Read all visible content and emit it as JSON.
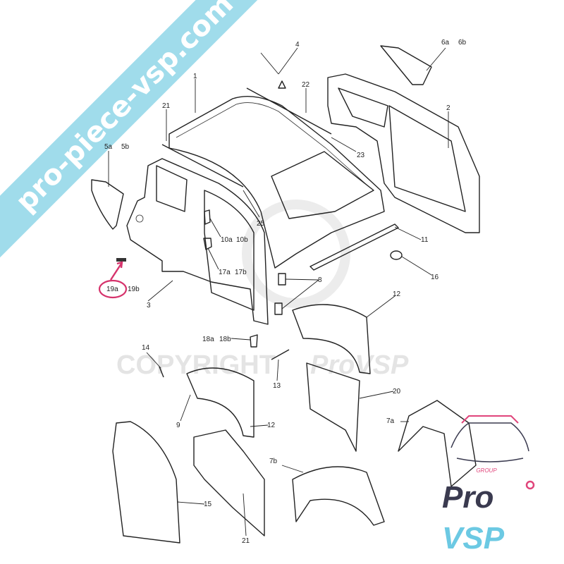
{
  "watermark": {
    "banner_url": "pro-piece-vsp.com",
    "copyright": "COPYRIGHT",
    "copyright_brand": "ProVSP"
  },
  "logo": {
    "group": "GROUP",
    "pro": "Pro",
    "vsp": "VSP"
  },
  "colors": {
    "banner": "#8fd6e8",
    "highlight": "#d6336c",
    "logo_dark": "#3a3a4f",
    "logo_blue": "#6cc9e3",
    "logo_pink": "#e0457b"
  },
  "callouts": [
    {
      "id": "4",
      "text": "4"
    },
    {
      "id": "6a",
      "text": "6a"
    },
    {
      "id": "6b",
      "text": "6b"
    },
    {
      "id": "22",
      "text": "22"
    },
    {
      "id": "1",
      "text": "1"
    },
    {
      "id": "21top",
      "text": "21"
    },
    {
      "id": "2",
      "text": "2"
    },
    {
      "id": "23",
      "text": "23"
    },
    {
      "id": "5a",
      "text": "5a"
    },
    {
      "id": "5b",
      "text": "5b"
    },
    {
      "id": "25",
      "text": "25"
    },
    {
      "id": "11",
      "text": "11"
    },
    {
      "id": "10a",
      "text": "10a"
    },
    {
      "id": "10b",
      "text": "10b"
    },
    {
      "id": "17a",
      "text": "17a"
    },
    {
      "id": "17b",
      "text": "17b"
    },
    {
      "id": "16",
      "text": "16"
    },
    {
      "id": "8",
      "text": "8"
    },
    {
      "id": "19a",
      "text": "19a"
    },
    {
      "id": "19b",
      "text": "19b"
    },
    {
      "id": "3",
      "text": "3"
    },
    {
      "id": "12a",
      "text": "12"
    },
    {
      "id": "18a",
      "text": "18a"
    },
    {
      "id": "18b",
      "text": "18b"
    },
    {
      "id": "14",
      "text": "14"
    },
    {
      "id": "13",
      "text": "13"
    },
    {
      "id": "20",
      "text": "20"
    },
    {
      "id": "7a",
      "text": "7a"
    },
    {
      "id": "9",
      "text": "9"
    },
    {
      "id": "12b",
      "text": "12"
    },
    {
      "id": "7b",
      "text": "7b"
    },
    {
      "id": "15",
      "text": "15"
    },
    {
      "id": "21b",
      "text": "21"
    }
  ],
  "highlighted_part": "19a"
}
